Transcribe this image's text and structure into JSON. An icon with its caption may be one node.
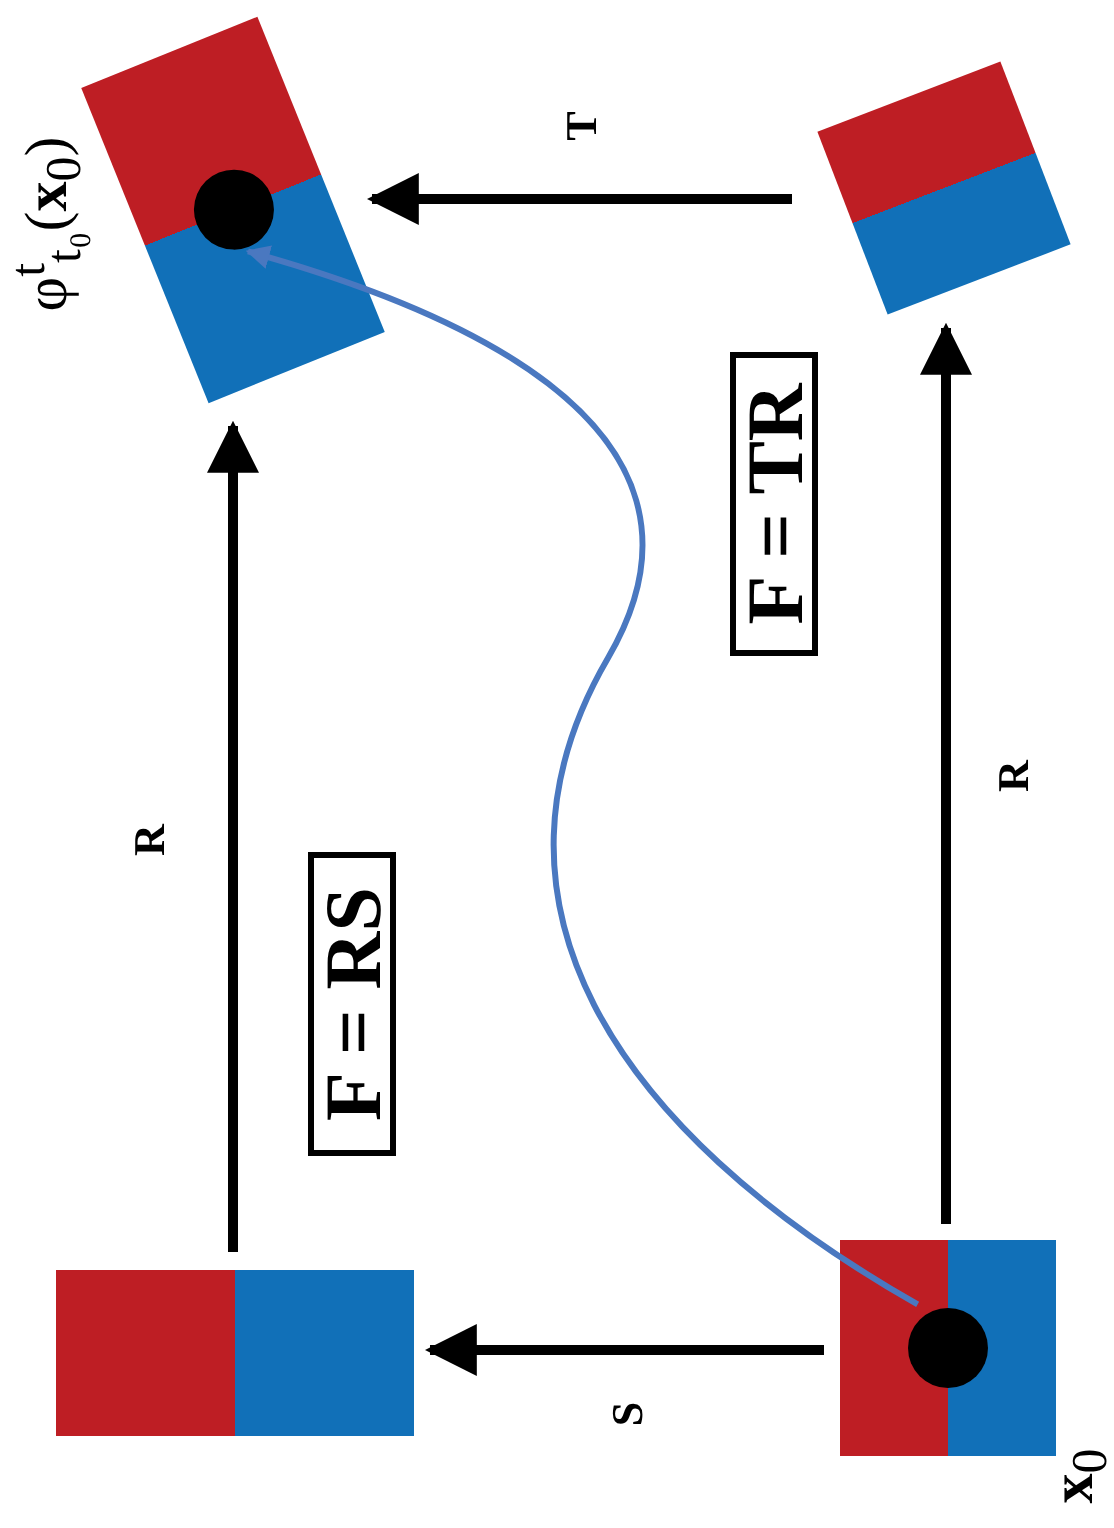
{
  "diagram": {
    "nodes": [
      {
        "text": [],
        "shape": "box"
      },
      {
        "text": [],
        "shape": "box",
        "beside": [
          "**x**$_{0}$"
        ]
      },
      {
        "text": [],
        "shape": "circle",
        "in": 1
      },
      {
        "text": [],
        "shape": "box",
        "beside": [
          "φ$^{t}$$_{t₀}$(**x**$_{0}$)"
        ]
      },
      {
        "text": [],
        "shape": "circle",
        "in": 3
      },
      {
        "text": [],
        "shape": "box"
      },
      {
        "text": [
          "F = RS"
        ]
      },
      {
        "text": [
          "F = TR"
        ]
      }
    ],
    "edges": [
      {
        "from": 1,
        "to": 0,
        "arrow": "to",
        "label": "S"
      },
      {
        "from": 0,
        "to": 3,
        "arrow": "to",
        "label": "R"
      },
      {
        "from": 1,
        "to": 5,
        "arrow": "to",
        "label": "R"
      },
      {
        "from": 5,
        "to": 3,
        "arrow": "to",
        "label": "T"
      },
      {
        "from": 2,
        "to": 4,
        "arrow": "to",
        "color": "#4a78c0"
      }
    ]
  }
}
